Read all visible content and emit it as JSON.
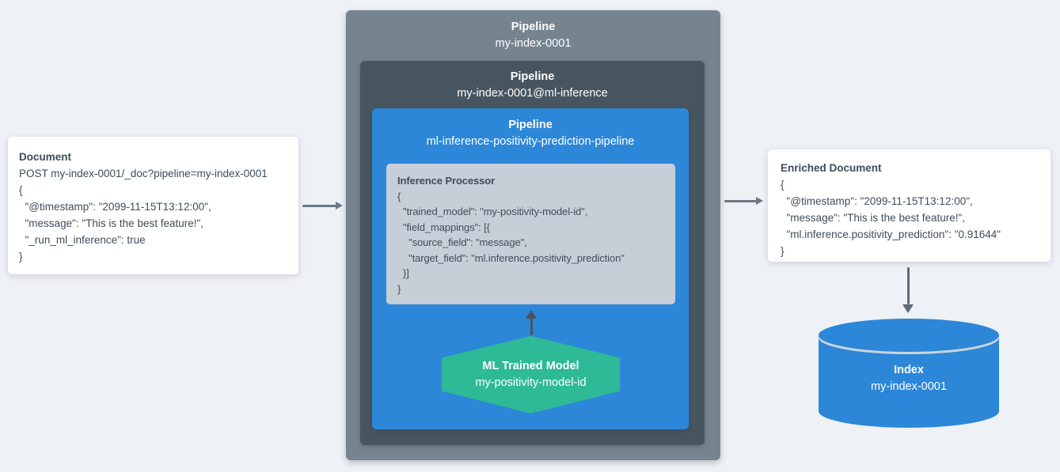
{
  "diagram": {
    "document_card": {
      "title": "Document",
      "body": "POST my-index-0001/_doc?pipeline=my-index-0001\n{\n  \"@timestamp\": \"2099-11-15T13:12:00\",\n  \"message\": \"This is the best feature!\",\n  \"_run_ml_inference\": true\n}"
    },
    "pipeline_outer": {
      "label": "Pipeline",
      "name": "my-index-0001"
    },
    "pipeline_ml_inference": {
      "label": "Pipeline",
      "name": "my-index-0001@ml-inference"
    },
    "pipeline_prediction": {
      "label": "Pipeline",
      "name": "ml-inference-positivity-prediction-pipeline"
    },
    "inference_processor": {
      "title": "Inference Processor",
      "body": "{\n  \"trained_model\": \"my-positivity-model-id\",\n  \"field_mappings\": [{\n    \"source_field\": \"message\",\n    \"target_field\": \"ml.inference.positivity_prediction\"\n  }]\n}"
    },
    "ml_trained_model": {
      "title": "ML Trained Model",
      "name": "my-positivity-model-id"
    },
    "enriched_card": {
      "title": "Enriched Document",
      "body": "{\n  \"@timestamp\": \"2099-11-15T13:12:00\",\n  \"message\": \"This is the best feature!\",\n  \"ml.inference.positivity_prediction\": \"0.91644\"\n}"
    },
    "index_store": {
      "title": "Index",
      "name": "my-index-0001"
    },
    "colors": {
      "background": "#eef1f5",
      "pipeline_outer_bg": "#76848f",
      "pipeline_inner_bg": "#475561",
      "pipeline_blue_bg": "#2c87d8",
      "processor_bg": "#c6cfd8",
      "model_bg": "#2eb997",
      "cylinder_bg": "#2c87d8",
      "arrow_gray": "#6b7987",
      "arrow_dark": "#49535d",
      "text_dark": "#3f4d5a"
    }
  }
}
